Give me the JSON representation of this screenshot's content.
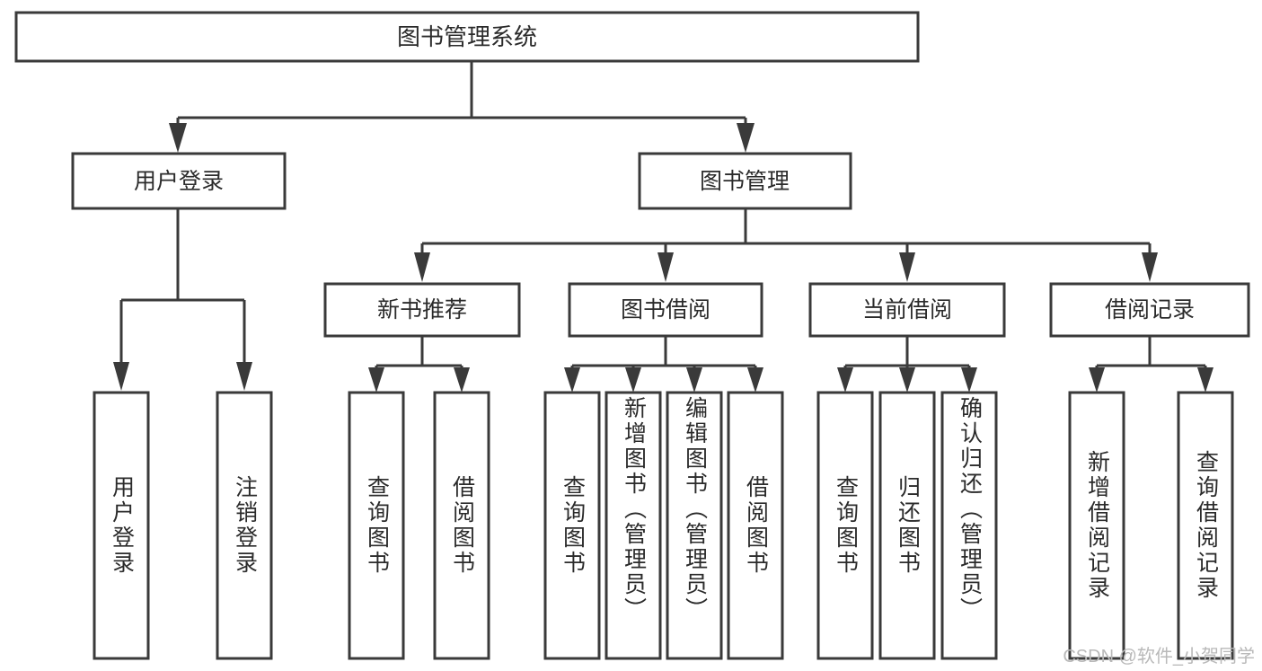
{
  "diagram": {
    "type": "tree-hierarchy-chart",
    "title_text": "图书管理系统",
    "watermark": "CSDN @软件_小贺同学",
    "colors": {
      "box_fill": "#ffffff",
      "box_stroke": "#3a3a3a",
      "edge": "#3a3a3a",
      "text": "#2b2b2b",
      "watermark": "#b9b9b9",
      "background": "#ffffff"
    },
    "level1": {
      "label": "图书管理系统"
    },
    "level2": [
      {
        "id": "user-login",
        "label": "用户登录"
      },
      {
        "id": "book-management",
        "label": "图书管理"
      }
    ],
    "level3": [
      {
        "id": "new-book-recommend",
        "label": "新书推荐"
      },
      {
        "id": "book-borrow",
        "label": "图书借阅"
      },
      {
        "id": "current-borrow",
        "label": "当前借阅"
      },
      {
        "id": "borrow-record",
        "label": "借阅记录"
      }
    ],
    "leaves": {
      "user_login": [
        {
          "id": "leaf-user-login",
          "label": "用户登录",
          "align": "center"
        },
        {
          "id": "leaf-logout-login",
          "label": "注销登录",
          "align": "center"
        }
      ],
      "new_book_recommend": [
        {
          "id": "leaf-query-book-1",
          "label": "查询图书",
          "align": "center"
        },
        {
          "id": "leaf-borrow-book-1",
          "label": "借阅图书",
          "align": "center"
        }
      ],
      "book_borrow": [
        {
          "id": "leaf-query-book-2",
          "label": "查询图书",
          "align": "center"
        },
        {
          "id": "leaf-add-book",
          "label": "新增图书（管理员）",
          "align": "top"
        },
        {
          "id": "leaf-edit-book",
          "label": "编辑图书（管理员）",
          "align": "top"
        },
        {
          "id": "leaf-borrow-book-2",
          "label": "借阅图书",
          "align": "center"
        }
      ],
      "current_borrow": [
        {
          "id": "leaf-query-book-3",
          "label": "查询图书",
          "align": "center"
        },
        {
          "id": "leaf-return-book",
          "label": "归还图书",
          "align": "center"
        },
        {
          "id": "leaf-confirm-return",
          "label": "确认归还（管理员）",
          "align": "top"
        }
      ],
      "borrow_record": [
        {
          "id": "leaf-add-record",
          "label": "新增借阅记录",
          "align": "center"
        },
        {
          "id": "leaf-query-record",
          "label": "查询借阅记录",
          "align": "center"
        }
      ]
    }
  }
}
